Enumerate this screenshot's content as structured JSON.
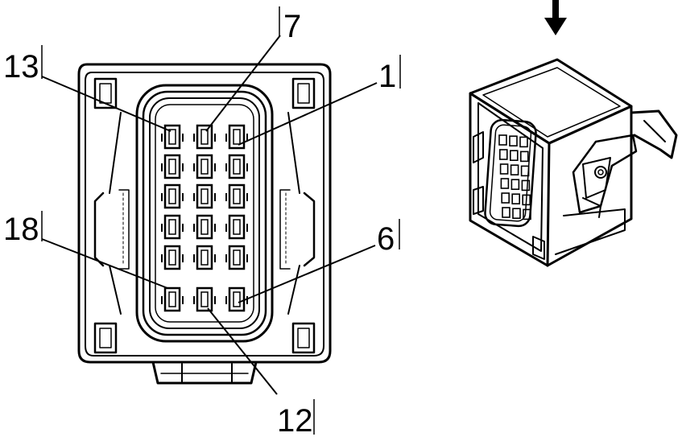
{
  "colors": {
    "ink": "#000000",
    "paper": "#ffffff"
  },
  "labels": {
    "pin_13": "13",
    "pin_7": "7",
    "pin_1": "1",
    "pin_18": "18",
    "pin_6": "6",
    "pin_12": "12"
  },
  "icons": {
    "arrow": "arrow-down-icon",
    "connector_face": "connector-face-view",
    "connector_3d": "connector-isometric-view"
  }
}
